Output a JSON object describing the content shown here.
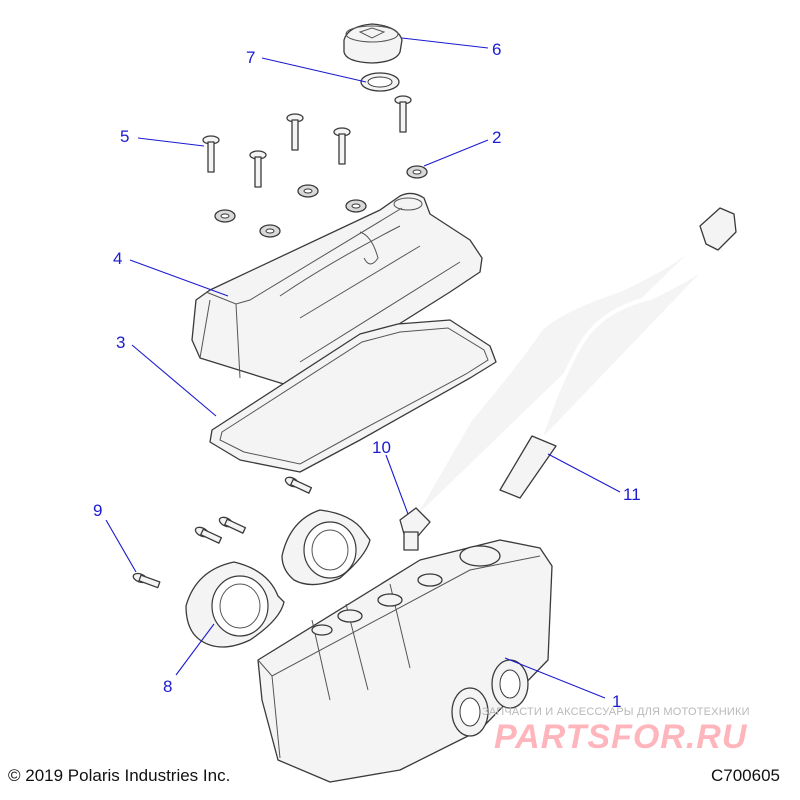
{
  "diagram": {
    "callouts": [
      {
        "id": "1",
        "part": "cylinder-head"
      },
      {
        "id": "2",
        "part": "grommet-washer"
      },
      {
        "id": "3",
        "part": "valve-cover-gasket"
      },
      {
        "id": "4",
        "part": "valve-cover"
      },
      {
        "id": "5",
        "part": "cover-bolt"
      },
      {
        "id": "6",
        "part": "oil-filler-cap"
      },
      {
        "id": "7",
        "part": "o-ring"
      },
      {
        "id": "8",
        "part": "intake-boot-flange"
      },
      {
        "id": "9",
        "part": "flange-bolt"
      },
      {
        "id": "10",
        "part": "sensor-connector"
      },
      {
        "id": "11",
        "part": "breather-tube-fitting"
      }
    ],
    "copyright": "© 2019 Polaris Industries Inc.",
    "drawing_code": "C700605",
    "watermark": {
      "tagline": "ЗАПЧАСТИ И АКСЕССУАРЫ ДЛЯ МОТОТЕХНИКИ",
      "logo": "PARTSFOR.RU"
    },
    "colors": {
      "callout": "#1b1bcf",
      "line": "#3a3a3a"
    }
  }
}
